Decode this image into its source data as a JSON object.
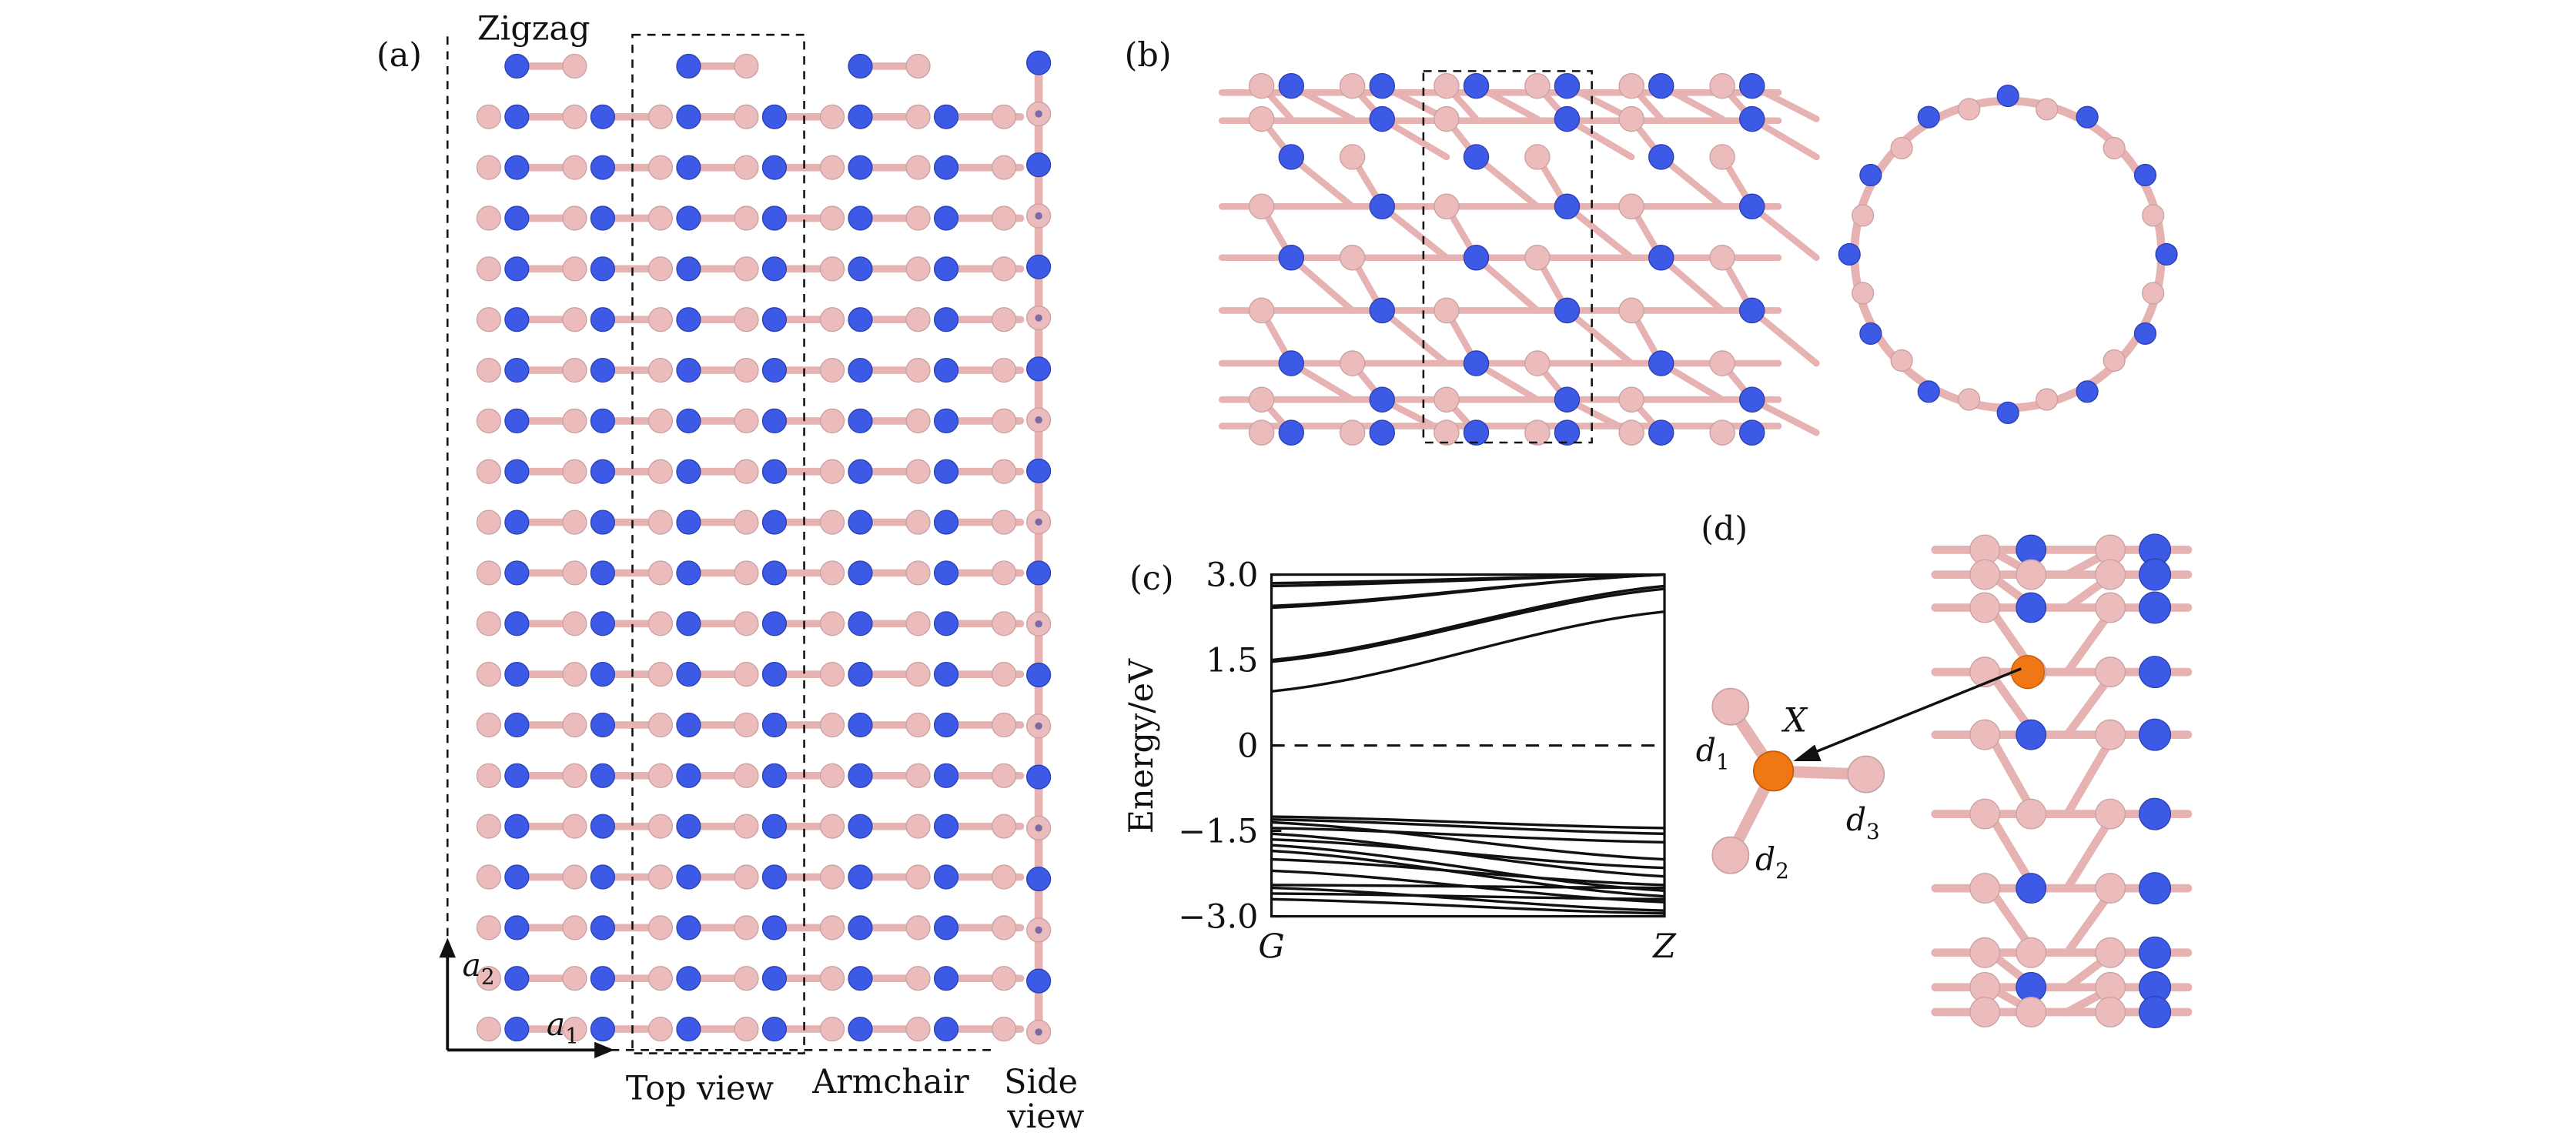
{
  "figure": {
    "colors": {
      "boron": "#ecbcbc",
      "nitrogen": "#3c5ae6",
      "dopant": "#f07814",
      "bond": "#e6b2b2",
      "ink": "#111111"
    },
    "panel_a": {
      "label": "(a)",
      "zigzag_label": "Zigzag",
      "top_view_label": "Top view",
      "armchair_label": "Armchair",
      "side_view_label_1": "Side",
      "side_view_label_2": "view",
      "vec_a1": "a",
      "vec_a1_sub": "1",
      "vec_a2": "a",
      "vec_a2_sub": "2"
    },
    "panel_b": {
      "label": "(b)"
    },
    "panel_c": {
      "label": "(c)",
      "ylabel": "Energy/eV",
      "x_start": "G",
      "x_end": "Z",
      "ytick_labels": [
        "3.0",
        "1.5",
        "0",
        "−1.5",
        "−3.0"
      ]
    },
    "panel_d": {
      "label": "(d)",
      "X": "X",
      "d1": "d",
      "d1_sub": "1",
      "d2": "d",
      "d2_sub": "2",
      "d3": "d",
      "d3_sub": "3"
    }
  },
  "chart_data": {
    "type": "line",
    "x": [
      0,
      1
    ],
    "xtick_labels": [
      "G",
      "Z"
    ],
    "ylim": [
      -3.0,
      3.0
    ],
    "ytick_values": [
      3.0,
      1.5,
      0,
      -1.5,
      -3.0
    ],
    "ylabel": "Energy/eV",
    "fermi_level": 0,
    "series": [
      {
        "values": [
          2.85,
          3.0
        ]
      },
      {
        "values": [
          2.8,
          3.0
        ]
      },
      {
        "values": [
          2.45,
          3.0
        ]
      },
      {
        "values": [
          2.42,
          3.0
        ]
      },
      {
        "values": [
          1.5,
          2.8
        ]
      },
      {
        "values": [
          1.47,
          2.75
        ]
      },
      {
        "values": [
          0.95,
          2.35
        ]
      },
      {
        "values": [
          -1.25,
          -1.45
        ]
      },
      {
        "values": [
          -1.3,
          -1.55
        ]
      },
      {
        "values": [
          -1.35,
          -2.0
        ]
      },
      {
        "values": [
          -1.45,
          -1.7
        ]
      },
      {
        "values": [
          -1.55,
          -2.3
        ]
      },
      {
        "values": [
          -1.65,
          -2.15
        ]
      },
      {
        "values": [
          -1.75,
          -2.55
        ]
      },
      {
        "values": [
          -1.85,
          -2.65
        ]
      },
      {
        "values": [
          -2.0,
          -2.45
        ]
      },
      {
        "values": [
          -2.2,
          -2.75
        ]
      },
      {
        "values": [
          -2.45,
          -2.5
        ]
      },
      {
        "values": [
          -2.5,
          -2.9
        ]
      },
      {
        "values": [
          -2.6,
          -2.7
        ]
      },
      {
        "values": [
          -2.7,
          -2.95
        ]
      }
    ]
  }
}
